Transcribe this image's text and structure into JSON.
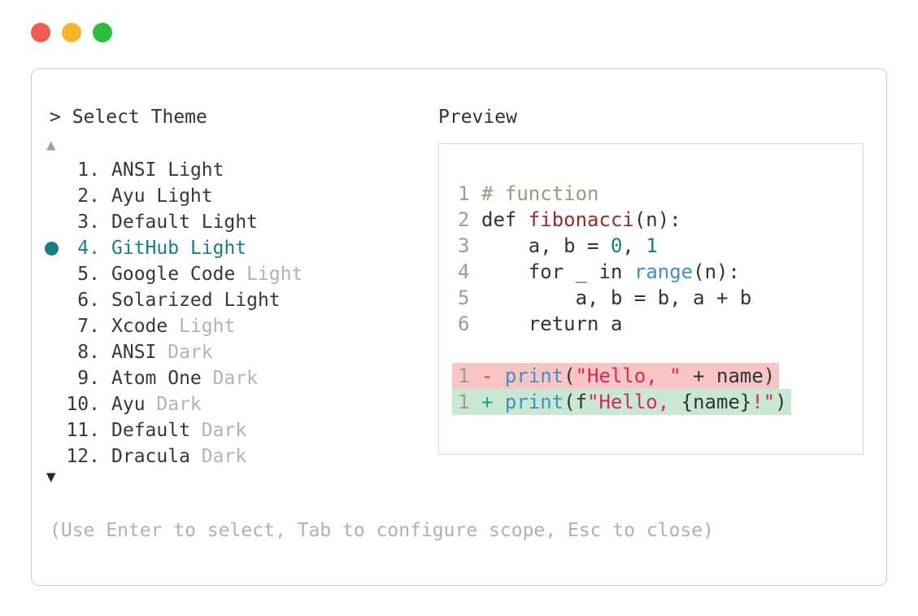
{
  "colors": {
    "traffic_red": "#f05c54",
    "traffic_yellow": "#f5b62e",
    "traffic_green": "#2cbe3e",
    "accent_selected": "#157e80",
    "syntax_comment": "#999988",
    "syntax_function": "#a02828",
    "syntax_number": "#0f8082",
    "syntax_builtin": "#3e91c8",
    "syntax_string": "#d82a52",
    "diff_minus": "#d33d39",
    "diff_plus": "#18a07b",
    "diff_removed_bg": "#f9c5c5",
    "diff_added_bg": "#c8e8d4"
  },
  "window": {
    "prompt": "> Select Theme",
    "scroll_up_icon": "▲",
    "scroll_down_icon": "▼",
    "help_text": "(Use Enter to select, Tab to configure scope, Esc to close)"
  },
  "theme_list": {
    "selected_number": "4.",
    "items": [
      {
        "number": "1.",
        "main": "ANSI ",
        "suffix": "Light",
        "suffix_muted": false,
        "selected": false
      },
      {
        "number": "2.",
        "main": "Ayu ",
        "suffix": "Light",
        "suffix_muted": false,
        "selected": false
      },
      {
        "number": "3.",
        "main": "Default ",
        "suffix": "Light",
        "suffix_muted": false,
        "selected": false
      },
      {
        "number": "4.",
        "main": "GitHub ",
        "suffix": "Light",
        "suffix_muted": false,
        "selected": true
      },
      {
        "number": "5.",
        "main": "Google Code ",
        "suffix": "Light",
        "suffix_muted": true,
        "selected": false
      },
      {
        "number": "6.",
        "main": "Solarized ",
        "suffix": "Light",
        "suffix_muted": false,
        "selected": false
      },
      {
        "number": "7.",
        "main": "Xcode ",
        "suffix": "Light",
        "suffix_muted": true,
        "selected": false
      },
      {
        "number": "8.",
        "main": "ANSI ",
        "suffix": "Dark",
        "suffix_muted": true,
        "selected": false
      },
      {
        "number": "9.",
        "main": "Atom One ",
        "suffix": "Dark",
        "suffix_muted": true,
        "selected": false
      },
      {
        "number": "10.",
        "main": "Ayu ",
        "suffix": "Dark",
        "suffix_muted": true,
        "selected": false
      },
      {
        "number": "11.",
        "main": "Default ",
        "suffix": "Dark",
        "suffix_muted": true,
        "selected": false
      },
      {
        "number": "12.",
        "main": "Dracula ",
        "suffix": "Dark",
        "suffix_muted": true,
        "selected": false
      }
    ]
  },
  "preview": {
    "label": "Preview",
    "lines": [
      {
        "ln": "1",
        "diff": null,
        "segs": [
          {
            "t": "# function",
            "c": "comment"
          }
        ]
      },
      {
        "ln": "2",
        "diff": null,
        "segs": [
          {
            "t": "def ",
            "c": "kw"
          },
          {
            "t": "fibonacci",
            "c": "func"
          },
          {
            "t": "(n):",
            "c": "plain"
          }
        ]
      },
      {
        "ln": "3",
        "diff": null,
        "segs": [
          {
            "t": "    a, b = ",
            "c": "plain"
          },
          {
            "t": "0",
            "c": "number"
          },
          {
            "t": ", ",
            "c": "plain"
          },
          {
            "t": "1",
            "c": "number"
          }
        ]
      },
      {
        "ln": "4",
        "diff": null,
        "segs": [
          {
            "t": "    ",
            "c": "plain"
          },
          {
            "t": "for",
            "c": "kw"
          },
          {
            "t": " _ ",
            "c": "plain"
          },
          {
            "t": "in",
            "c": "kw"
          },
          {
            "t": " ",
            "c": "plain"
          },
          {
            "t": "range",
            "c": "builtin"
          },
          {
            "t": "(n):",
            "c": "plain"
          }
        ]
      },
      {
        "ln": "5",
        "diff": null,
        "segs": [
          {
            "t": "        a, b = b, a + b",
            "c": "plain"
          }
        ]
      },
      {
        "ln": "6",
        "diff": null,
        "segs": [
          {
            "t": "    ",
            "c": "plain"
          },
          {
            "t": "return",
            "c": "kw"
          },
          {
            "t": " a",
            "c": "plain"
          }
        ]
      },
      {
        "ln": "",
        "diff": null,
        "segs": []
      },
      {
        "ln": "1",
        "diff": "removed",
        "segs": [
          {
            "t": "- ",
            "c": "minus"
          },
          {
            "t": "print",
            "c": "builtin"
          },
          {
            "t": "(",
            "c": "plain"
          },
          {
            "t": "\"Hello, \"",
            "c": "string"
          },
          {
            "t": " + name)",
            "c": "plain"
          }
        ]
      },
      {
        "ln": "1",
        "diff": "added",
        "segs": [
          {
            "t": "+ ",
            "c": "plus"
          },
          {
            "t": "print",
            "c": "builtin"
          },
          {
            "t": "(f",
            "c": "plain"
          },
          {
            "t": "\"Hello, ",
            "c": "string"
          },
          {
            "t": "{name}",
            "c": "plain"
          },
          {
            "t": "!\"",
            "c": "string"
          },
          {
            "t": ")",
            "c": "plain"
          }
        ]
      }
    ]
  }
}
